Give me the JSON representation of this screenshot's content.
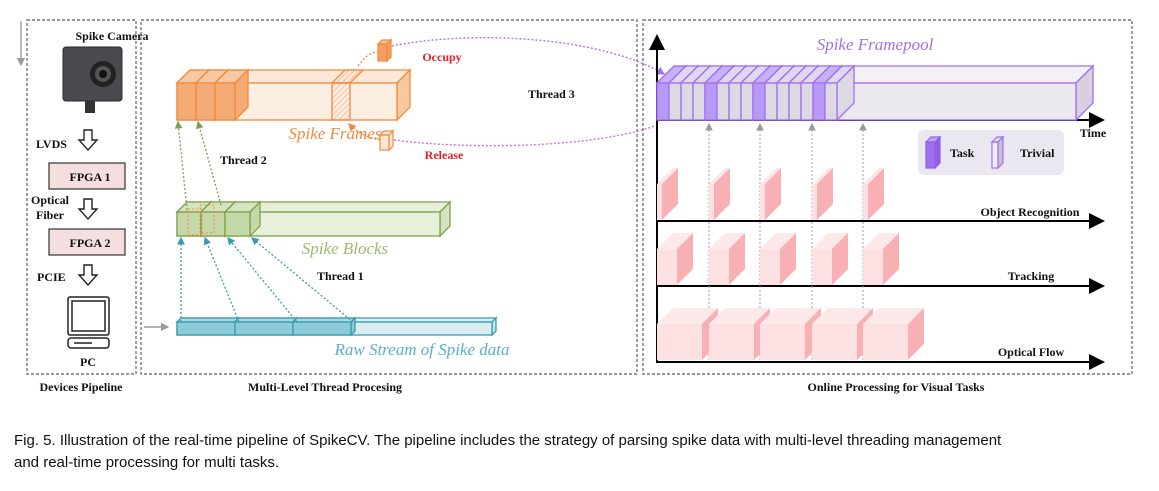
{
  "panels": {
    "devices": {
      "label": "Devices Pipeline",
      "camera": "Spike Camera",
      "lvds": "LVDS",
      "fpga1": "FPGA 1",
      "optical": "Optical",
      "fiber": "Fiber",
      "fpga2": "FPGA 2",
      "pcie": "PCIE",
      "pc": "PC"
    },
    "threads": {
      "label": "Multi-Level Thread Procesing",
      "spike_frames": "Spike Frames",
      "spike_blocks": "Spike Blocks",
      "raw_stream": "Raw Stream of Spike data",
      "thread1": "Thread 1",
      "thread2": "Thread 2",
      "thread3": "Thread 3",
      "occupy": "Occupy",
      "release": "Release"
    },
    "online": {
      "label": "Online Processing for Visual Tasks",
      "framepool": "Spike Framepool",
      "time": "Time",
      "legend_task": "Task",
      "legend_trivial": "Trivial",
      "object_recognition": "Object Recognition",
      "tracking": "Tracking",
      "optical_flow": "Optical Flow"
    }
  },
  "colors": {
    "frames": "#f08a3c",
    "blocks": "#7fa04a",
    "raw": "#3a9ab0",
    "framepool": "#a070f0",
    "task_boxes": "#f8b0b4",
    "red_text": "#e0202a",
    "fpga_fill": "#f5dede"
  },
  "caption": {
    "line1": "Fig. 5. Illustration of the real-time pipeline of SpikeCV. The pipeline includes the strategy of parsing spike data with multi-level threading management",
    "line2": "and real-time processing for multi tasks."
  }
}
